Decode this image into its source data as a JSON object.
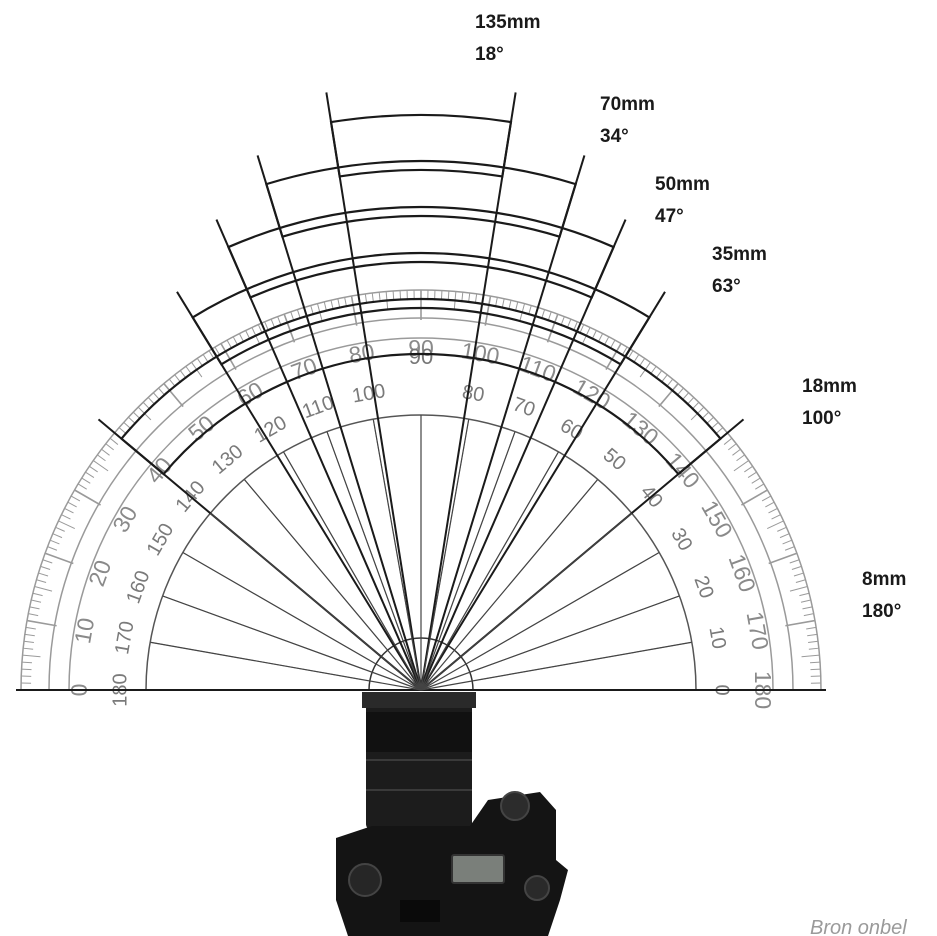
{
  "lenses": [
    {
      "focal": "135mm",
      "angle": "18°",
      "fov": 18,
      "rank": 5
    },
    {
      "focal": "70mm",
      "angle": "34°",
      "fov": 34,
      "rank": 4
    },
    {
      "focal": "50mm",
      "angle": "47°",
      "fov": 47,
      "rank": 3
    },
    {
      "focal": "35mm",
      "angle": "63°",
      "fov": 63,
      "rank": 2
    },
    {
      "focal": "18mm",
      "angle": "100°",
      "fov": 100,
      "rank": 1
    },
    {
      "focal": "8mm",
      "angle": "180°",
      "fov": 180,
      "rank": 0
    }
  ],
  "protractor": {
    "outer_scale": [
      "0",
      "10",
      "20",
      "30",
      "40",
      "50",
      "60",
      "70",
      "80",
      "90",
      "100",
      "110",
      "120",
      "130",
      "140",
      "150",
      "160",
      "170",
      "180"
    ],
    "inner_scale": [
      "180",
      "170",
      "160",
      "150",
      "140",
      "130",
      "120",
      "110",
      "100",
      "90",
      "80",
      "70",
      "60",
      "50",
      "40",
      "30",
      "20",
      "10",
      "0"
    ],
    "center_label": "90"
  },
  "watermark": "Bron onbel",
  "colors": {
    "lines": "#1a1a1a",
    "scale": "#9a9a9a",
    "camera": "#141414"
  }
}
